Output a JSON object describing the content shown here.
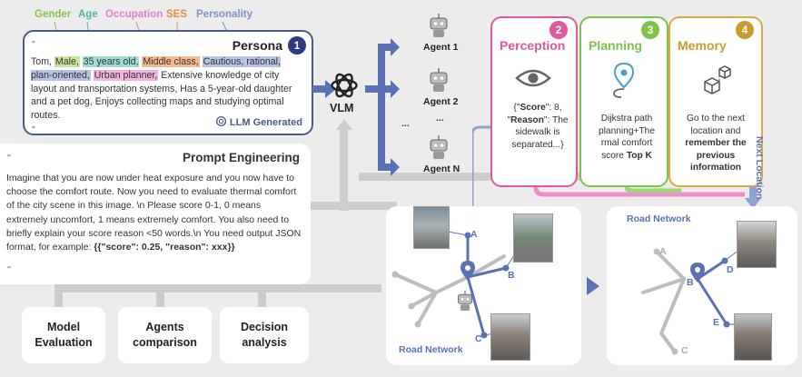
{
  "tags": [
    {
      "label": "Gender",
      "color": "#8bc34a"
    },
    {
      "label": "Age",
      "color": "#4db6ac"
    },
    {
      "label": "Occupation",
      "color": "#e57fcf"
    },
    {
      "label": "SES",
      "color": "#f08a4b"
    },
    {
      "label": "Personality",
      "color": "#7f93c9"
    }
  ],
  "persona": {
    "title": "Persona",
    "number": "1",
    "open_quote": "''",
    "close_quote": "''",
    "name": "Tom,",
    "gender": "Male,",
    "age": "35 years old,",
    "ses": "Middle class,",
    "personality": "Cautious, rational, plan-oriented,",
    "occupation": "Urban planner,",
    "rest": "Extensive knowledge of city layout and transportation systems, Has a 5-year-old daughter and a pet dog, Enjoys collecting maps and studying optimal routes.",
    "footer": "LLM Generated"
  },
  "prompt": {
    "title": "Prompt Engineering",
    "open_quote": "''",
    "close_quote": "''",
    "text": "Imagine that you are now under heat exposure and you now have to choose the comfort route. Now you need to evaluate thermal comfort of the city scene in this image. \\n Please score 0-1, 0 means extremely uncomfort, 1 means extremely comfort. You also need to briefly explain your score reason <50 words.\\n You need output JSON format, for example: ",
    "example": "{{\"score\": 0.25, \"reason\": xxx}}"
  },
  "vlm": {
    "label": "VLM"
  },
  "agents": {
    "a1": "Agent 1",
    "a2": "Agent 2",
    "dots_top": "...",
    "dots_left": "...",
    "an": "Agent N"
  },
  "perception": {
    "number": "2",
    "title": "Perception",
    "line1_open": "{\"",
    "score_key": "Score",
    "line1_rest": "\": 8,",
    "reason_key": "Reason",
    "line2_rest": "\": The sidewalk is separated...}"
  },
  "planning": {
    "number": "3",
    "title": "Planning",
    "text": "Dijkstra path planning+The rmal comfort score ",
    "bold": "Top K"
  },
  "memory": {
    "number": "4",
    "title": "Memory",
    "text": "Go to the next location and ",
    "bold": "remember the previous information"
  },
  "next_location": "Next Location",
  "bottom": {
    "model": "Model Evaluation",
    "agents": "Agents comparison",
    "decision": "Decision analysis"
  },
  "map1": {
    "label": "Road Network",
    "points": [
      "A",
      "B",
      "C"
    ]
  },
  "map2": {
    "label": "Road Network",
    "points": [
      "A",
      "B",
      "C",
      "D",
      "E"
    ]
  },
  "colors": {
    "navy": "#2e3a80",
    "blue": "#5872b4",
    "pink": "#e0579f",
    "green": "#7ec24a",
    "gold": "#c99a2e",
    "grey": "#bdbdbd"
  }
}
